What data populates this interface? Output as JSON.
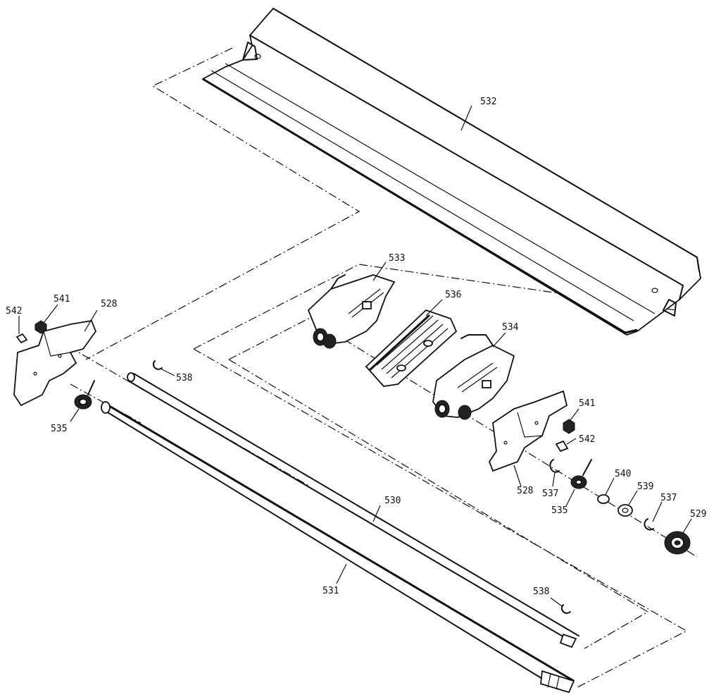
{
  "parts": {
    "p528": "528",
    "p529": "529",
    "p530": "530",
    "p531": "531",
    "p532": "532",
    "p533": "533",
    "p534": "534",
    "p535": "535",
    "p536": "536",
    "p537": "537",
    "p538": "538",
    "p539": "539",
    "p540": "540",
    "p541": "541",
    "p542": "542"
  }
}
